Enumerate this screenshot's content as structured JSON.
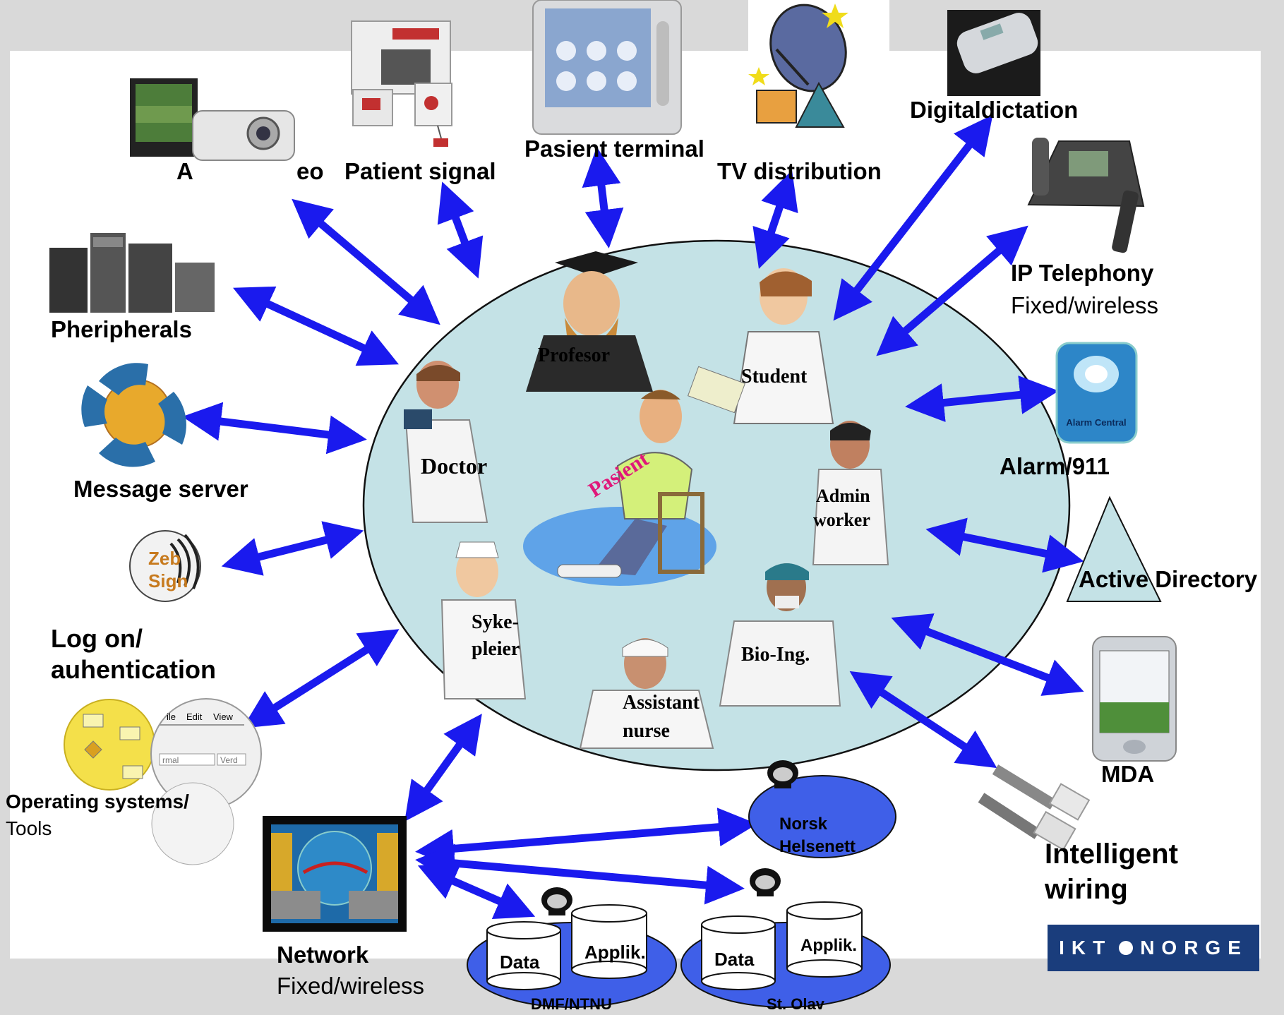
{
  "colors": {
    "arrow": "#1a1aee",
    "hub_fill": "#c4e2e6",
    "pasient_label": "#e0187a",
    "ellipse_fill": "#3f5fe8",
    "floor": "#5fa3e8",
    "logo_bg": "#1a3d7c"
  },
  "nodes": {
    "av": {
      "label_a": "A",
      "label_b": "eo",
      "icon": "tv-projector-icon"
    },
    "patient_signal": {
      "label": "Patient signal",
      "icon": "nurse-call-panel-icon"
    },
    "pasient_terminal": {
      "label": "Pasient terminal",
      "icon": "bedside-terminal-icon"
    },
    "tv_distribution": {
      "label": "TV distribution",
      "icon": "satellite-dish-icon"
    },
    "digitaldictation": {
      "label": "Digitaldictation",
      "icon": "dictaphone-icon"
    },
    "ip_telephony": {
      "label": "IP Telephony",
      "sub": "Fixed/wireless",
      "icon": "ip-phone-icon"
    },
    "alarm": {
      "label": "Alarm/911",
      "badge": "Alarm Central",
      "icon": "alarm-central-icon"
    },
    "active_directory": {
      "label": "Active Directory",
      "icon": "triangle-icon"
    },
    "mda": {
      "label": "MDA",
      "icon": "pda-icon"
    },
    "wiring": {
      "label_line1": "Intelligent",
      "label_line2": "wiring",
      "icon": "network-cable-icon"
    },
    "peripherals": {
      "label": "Pheripherals",
      "icon": "peripherals-icon"
    },
    "message_server": {
      "label": "Message server",
      "icon": "message-server-icon"
    },
    "logon": {
      "label_line1": "Log on/",
      "label_line2": "auhentication",
      "icon": "zebsign-logo-icon",
      "logo_top": "Zeb",
      "logo_bottom": "Sign"
    },
    "os_tools": {
      "label": "Operating systems/",
      "sub": "Tools",
      "icon": "os-tools-icon",
      "menu": [
        "ile",
        "Edit",
        "View"
      ],
      "field_a": "rmal",
      "field_b": "Verd"
    },
    "network": {
      "label": "Network",
      "sub": "Fixed/wireless",
      "icon": "network-computers-icon"
    },
    "norsk_helsenett": {
      "line1": "Norsk",
      "line2": "Helsenett",
      "icon": "robot-icon"
    },
    "dmf_ntnu": {
      "label": "DMF/NTNU",
      "db1": "Data",
      "db2": "Applik.",
      "icon": "robot-icon"
    },
    "st_olav": {
      "label": "St. Olav",
      "db1": "Data",
      "db2": "Applik.",
      "icon": "robot-icon"
    }
  },
  "hub": {
    "profesor": "Profesor",
    "student": "Student",
    "doctor": "Doctor",
    "pasient": "Pasient",
    "admin_line1": "Admin",
    "admin_line2": "worker",
    "syke_line1": "Syke-",
    "syke_line2": "pleier",
    "bio": "Bio-Ing.",
    "assistant_line1": "Assistant",
    "assistant_line2": "nurse"
  },
  "logo": {
    "text": "IKT",
    "text2": "NORGE"
  }
}
